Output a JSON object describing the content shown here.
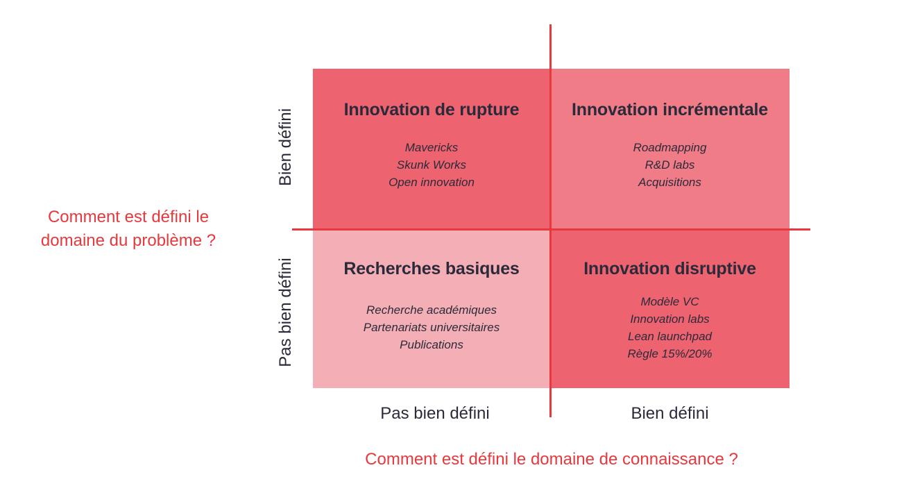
{
  "colors": {
    "line": "#e8383d",
    "axis_title": "#e8383d",
    "text": "#2b2a3a",
    "quadrant_dark": "#ed6370",
    "quadrant_medium": "#f07c87",
    "quadrant_light": "#f4afb6"
  },
  "quadrants": {
    "top_left": {
      "title": "Innovation de rupture",
      "items": [
        "Mavericks",
        "Skunk Works",
        "Open innovation"
      ]
    },
    "top_right": {
      "title": "Innovation incrémentale",
      "items": [
        "Roadmapping",
        "R&D labs",
        "Acquisitions"
      ]
    },
    "bottom_left": {
      "title": "Recherches basiques",
      "items": [
        "Recherche académiques",
        "Partenariats universitaires",
        "Publications"
      ]
    },
    "bottom_right": {
      "title": "Innovation disruptive",
      "items": [
        "Modèle VC",
        "Innovation labs",
        "Lean launchpad",
        "Règle 15%/20%"
      ]
    }
  },
  "y_axis": {
    "title": "Comment est défini le domaine du problème ?",
    "top_label": "Bien défini",
    "bottom_label": "Pas bien défini"
  },
  "x_axis": {
    "title": "Comment est défini le domaine de connaissance ?",
    "left_label": "Pas bien défini",
    "right_label": "Bien défini"
  }
}
